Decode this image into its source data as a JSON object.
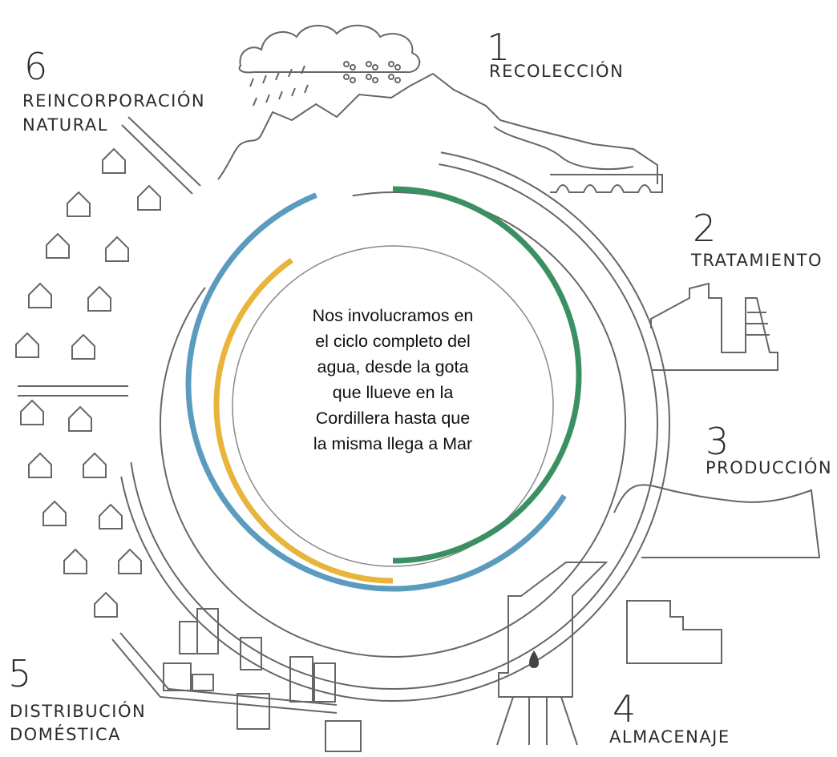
{
  "stages": [
    {
      "number": "1",
      "label": "RECOLECCIÓN"
    },
    {
      "number": "2",
      "label": "TRATAMIENTO"
    },
    {
      "number": "3",
      "label": "PRODUCCIÓN"
    },
    {
      "number": "4",
      "label": "ALMACENAJE"
    },
    {
      "number": "5",
      "label_line1": "DISTRIBUCIÓN",
      "label_line2": "DOMÉSTICA"
    },
    {
      "number": "6",
      "label_line1": "REINCORPORACIÓN",
      "label_line2": "NATURAL"
    }
  ],
  "center_text": [
    "Nos involucramos en",
    "el ciclo completo del",
    "agua, desde la gota",
    "que llueve en la",
    "Cordillera hasta que",
    "la misma llega a Mar"
  ],
  "colors": {
    "green_arc": "#3a8f63",
    "blue_arc": "#5b9bbe",
    "yellow_arc": "#e8b43c",
    "line_art": "#555555",
    "text": "#2b2b2b"
  }
}
